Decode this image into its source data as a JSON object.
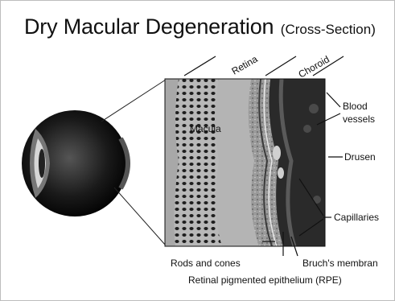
{
  "title": {
    "main": "Dry Macular Degeneration",
    "sub": "(Cross-Section)"
  },
  "labels": {
    "retina": "Retina",
    "choroid": "Choroid",
    "macula": "Macula",
    "blood_vessels_line1": "Blood",
    "blood_vessels_line2": "vessels",
    "drusen": "Drusen",
    "capillaries": "Capillaries",
    "rods_and_cones": "Rods and cones",
    "bruchs_membrane": "Bruch's membran",
    "rpe": "Retinal pigmented epithelium (RPE)"
  }
}
